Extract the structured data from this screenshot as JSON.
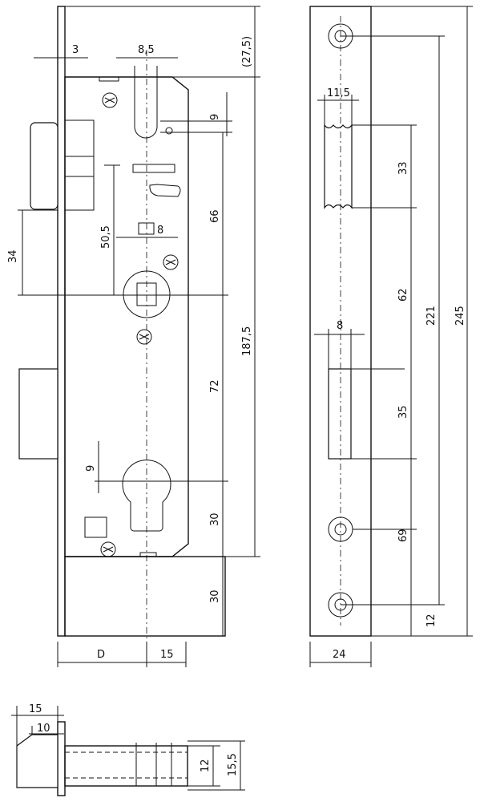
{
  "dimensions": {
    "front_view": {
      "faceplate_thickness": "3",
      "latch_width": "8,5",
      "top_offset": "(27,5)",
      "latch_drop": "9",
      "latch_to_follower": "66",
      "follower_offset": "50,5",
      "follower_size": "8",
      "overall_height": "187,5",
      "deadbolt_travel": "34",
      "follower_to_cylinder": "72",
      "cylinder_drop": "9",
      "cylinder_to_bottom": "30",
      "bottom_extension": "30",
      "backset": "D",
      "backset_offset": "15"
    },
    "faceplate_view": {
      "latch_hole_width": "11,5",
      "latch_hole_height": "33",
      "latch_to_bolt": "62",
      "bolt_hole_width": "8",
      "bolt_hole_height": "35",
      "bolt_to_screw": "69",
      "screw_to_bottom": "12",
      "screw_pitch": "221",
      "faceplate_length": "245",
      "faceplate_width": "24"
    },
    "side_view": {
      "outer_projection": "15",
      "inner_projection": "10",
      "case_height": "12",
      "overall_height": "15,5"
    }
  }
}
